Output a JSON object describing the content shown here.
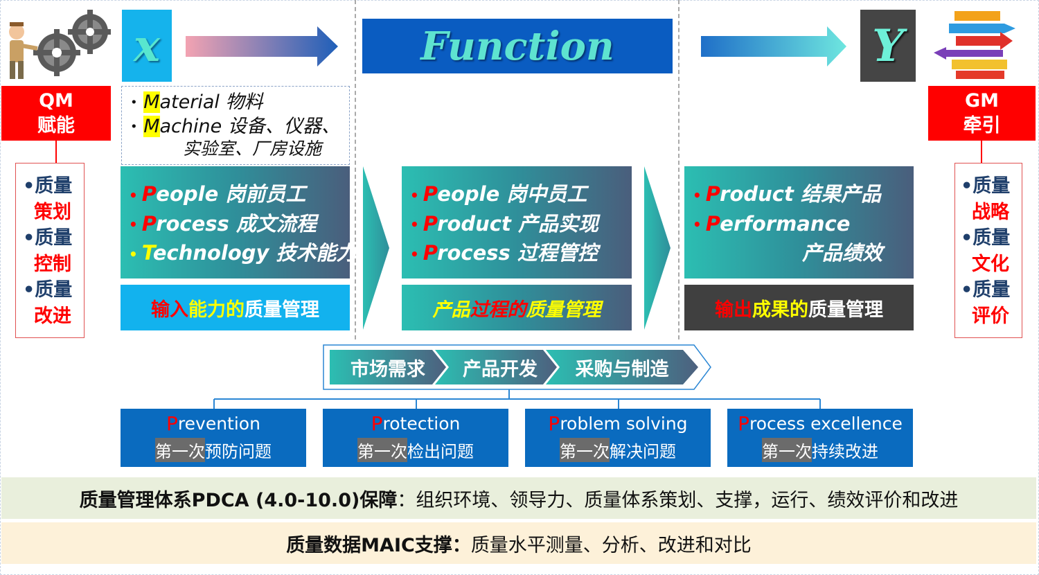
{
  "x_box": {
    "label": "x",
    "bg": "#15b3ec",
    "fg": "#58e6cf"
  },
  "function_box": {
    "label": "Function",
    "bg": "#0a5cc1",
    "fg": "#5ee3d0"
  },
  "y_box": {
    "label": "Y",
    "bg": "#454545",
    "fg": "#6ef0d8"
  },
  "qm": {
    "line1": "QM",
    "line2": "赋能",
    "items": [
      [
        "•质量",
        "策划"
      ],
      [
        "•质量",
        "控制"
      ],
      [
        "•质量",
        "改进"
      ]
    ]
  },
  "gm": {
    "line1": "GM",
    "line2": "牵引",
    "items": [
      [
        "•质量",
        "战略"
      ],
      [
        "•质量",
        "文化"
      ],
      [
        "•质量",
        "评价"
      ]
    ]
  },
  "inputs_top": {
    "material": {
      "initial": "M",
      "rest": "aterial 物料"
    },
    "machine": {
      "initial": "M",
      "rest": "achine 设备、仪器、",
      "line2": "实验室、厂房设施"
    }
  },
  "col1": {
    "lines": [
      {
        "initial": "P",
        "rest": "eople 岗前员工"
      },
      {
        "initial": "P",
        "rest": "rocess 成文流程"
      },
      {
        "initial": "T",
        "rest": "echnology 技术能力"
      }
    ],
    "caption": {
      "p1": "输入",
      "p2": "能力的",
      "p3": "质量管理"
    }
  },
  "col2": {
    "lines": [
      {
        "initial": "P",
        "rest": "eople 岗中员工"
      },
      {
        "initial": "P",
        "rest": "roduct 产品实现"
      },
      {
        "initial": "P",
        "rest": "rocess 过程管控"
      }
    ],
    "caption": {
      "p1": "产品",
      "p2": "过程的",
      "p3": "质量管理"
    }
  },
  "col3": {
    "lines": [
      {
        "initial": "P",
        "rest": "roduct 结果产品"
      },
      {
        "initial": "P",
        "rest": "erformance"
      },
      {
        "initial": "",
        "rest": "产品绩效"
      }
    ],
    "caption": {
      "p1": "输出",
      "p2": "成果的",
      "p3": "质量管理"
    }
  },
  "flow": {
    "steps": [
      "市场需求",
      "产品开发",
      "采购与制造"
    ]
  },
  "boxes": [
    {
      "initial": "P",
      "rest": "revention",
      "hl": "第一次",
      "tail": "预防问题"
    },
    {
      "initial": "P",
      "rest": "rotection",
      "hl": "第一次",
      "tail": "检出问题"
    },
    {
      "initial": "P",
      "rest": "roblem solving",
      "hl": "第一次",
      "tail": "解决问题"
    },
    {
      "initial": "P",
      "rest": "rocess excellence",
      "hl": "第一次",
      "tail": "持续改进"
    }
  ],
  "band1": {
    "bold": "质量管理体系PDCA (4.0-10.0)保障",
    "rest": "：组织环境、领导力、质量体系策划、支撑，运行、绩效评价和改进",
    "bg": "#e9efdc"
  },
  "band2": {
    "bold": "质量数据MAIC支撑：",
    "rest": "质量水平测量、分析、改进和对比",
    "bg": "#fdf1d9"
  },
  "colors": {
    "red": "#ff0000",
    "teal": "#2cbeb2",
    "blue": "#0a6bbf",
    "yellow": "#ffff00"
  }
}
